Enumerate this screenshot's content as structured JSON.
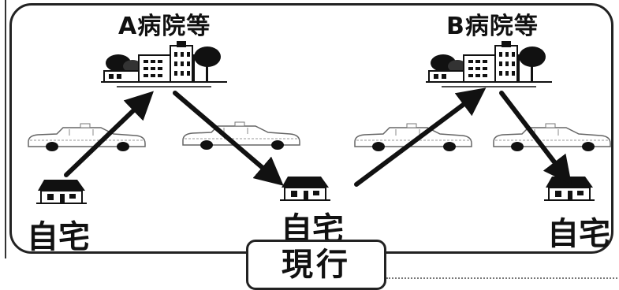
{
  "hospitals": [
    {
      "label": "A病院等"
    },
    {
      "label": "B病院等"
    }
  ],
  "homes": [
    {
      "label": "自宅"
    },
    {
      "label": "自宅"
    },
    {
      "label": "自宅"
    }
  ],
  "footer": {
    "label": "現行"
  },
  "colors": {
    "line": "#111111",
    "fill": "#ffffff",
    "accent": "#222222"
  }
}
